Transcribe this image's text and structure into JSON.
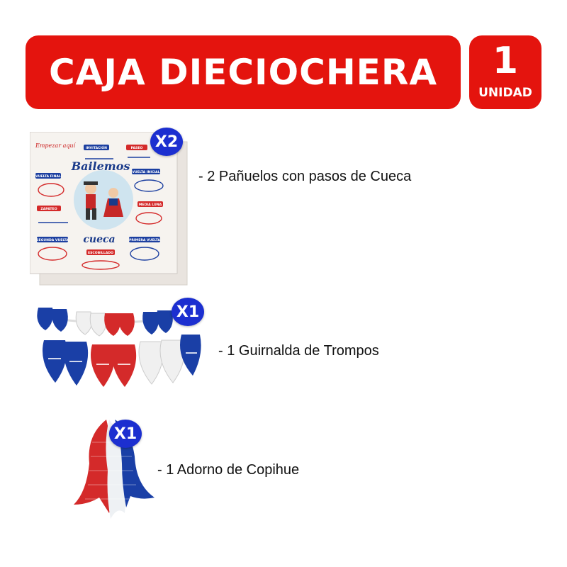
{
  "header": {
    "title": "CAJA DIECIOCHERA",
    "quantity_number": "1",
    "quantity_unit": "UNIDAD"
  },
  "items": [
    {
      "badge": "X2",
      "description": "- 2 Pañuelos con pasos de Cueca",
      "image": {
        "title_top": "Bailemos",
        "title_bottom": "cueca",
        "corner_text": "Empezar aquí",
        "labels": [
          "INVITACIÓN",
          "PASEO",
          "VUELTA FINAL",
          "VUELTA INICIAL",
          "ZAPATEO",
          "MEDIA LUNA",
          "SEGUNDA VUELTA",
          "PRIMERA VUELTA",
          "ESCOBILLADO"
        ]
      }
    },
    {
      "badge": "X1",
      "description": "- 1 Guirnalda de Trompos"
    },
    {
      "badge": "X1",
      "description": "- 1 Adorno de Copihue"
    }
  ],
  "colors": {
    "accent_red": "#e4140e",
    "badge_blue": "#1c2fd0",
    "flag_blue": "#1a3fa6",
    "flag_red": "#d42a2a"
  }
}
